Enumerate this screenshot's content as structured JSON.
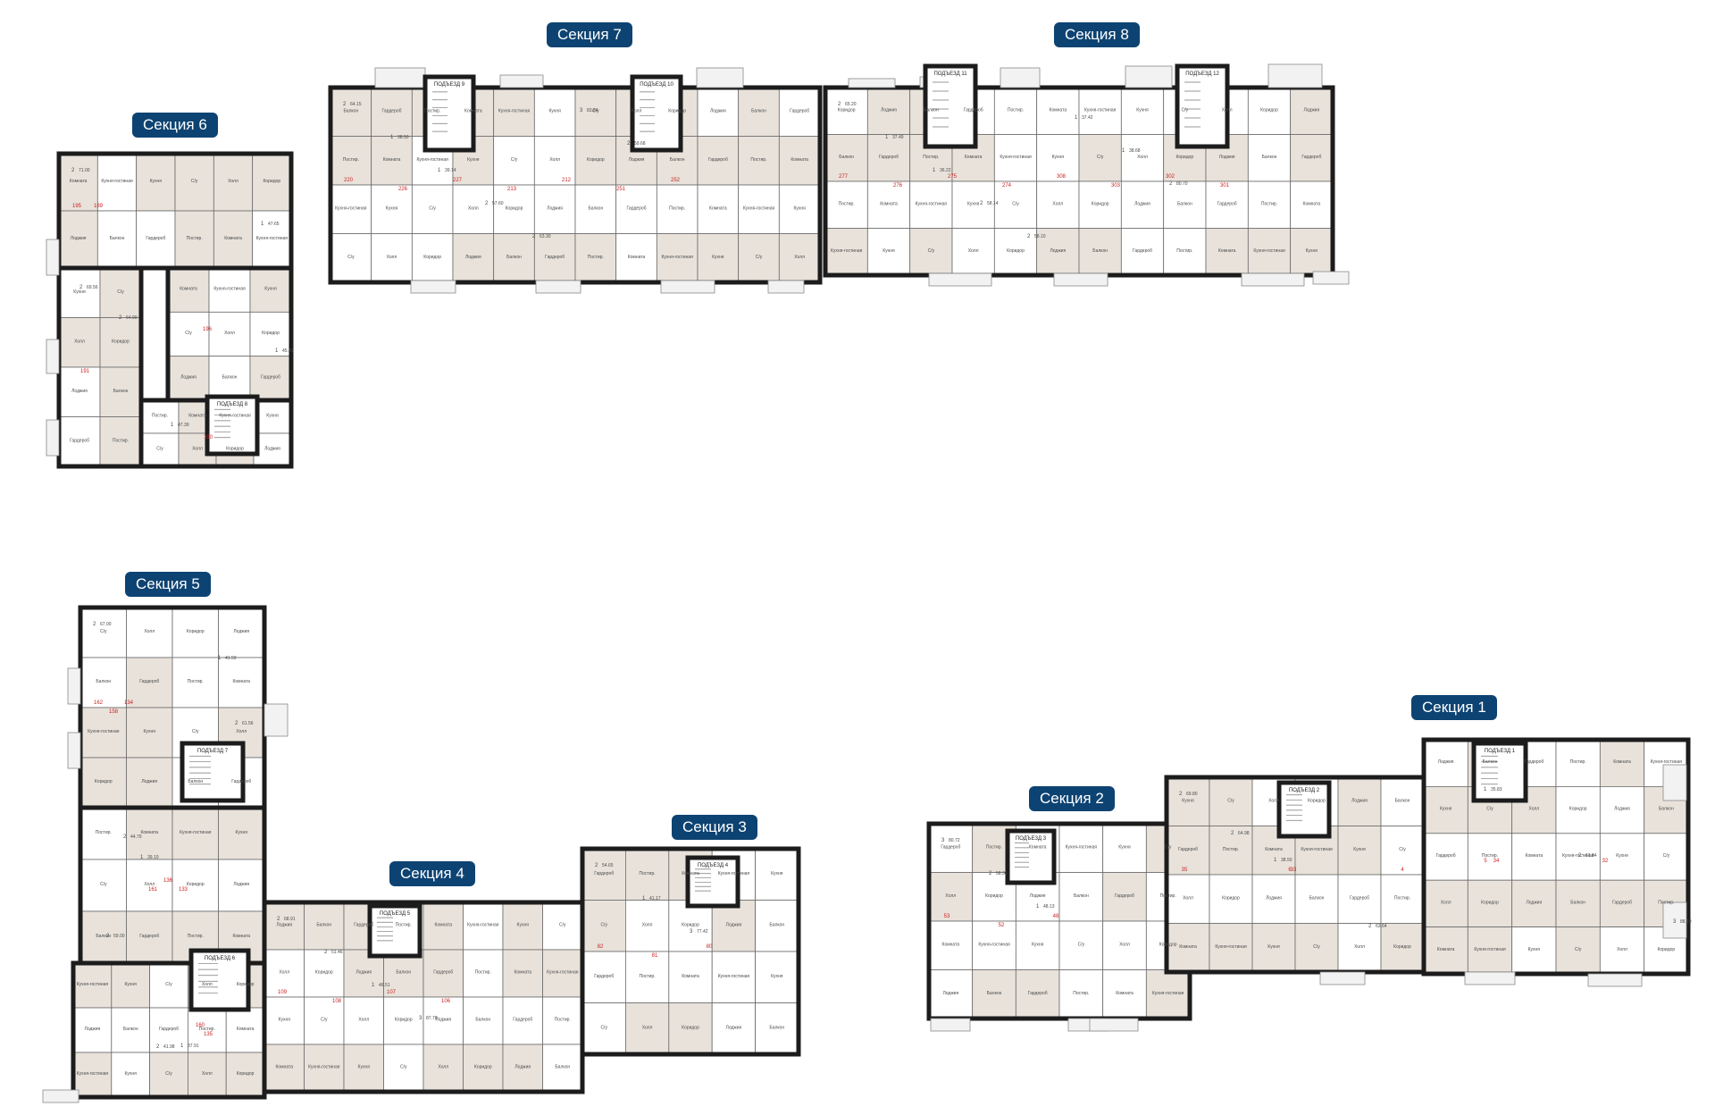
{
  "colors": {
    "label_bg": "#0d4372",
    "label_text": "#ffffff",
    "wall": "#1c1c1c",
    "room_fill": "#e8e2db",
    "floor": "#ffffff",
    "balcony": "#f2f2f2",
    "flat_number": "#cc1f1f"
  },
  "sections": [
    {
      "id": "s6",
      "label": "Секция 6"
    },
    {
      "id": "s7",
      "label": "Секция 7"
    },
    {
      "id": "s8",
      "label": "Секция 8"
    },
    {
      "id": "s5",
      "label": "Секция 5"
    },
    {
      "id": "s4",
      "label": "Секция 4"
    },
    {
      "id": "s3",
      "label": "Секция 3"
    },
    {
      "id": "s2",
      "label": "Секция 2"
    },
    {
      "id": "s1",
      "label": "Секция 1"
    }
  ],
  "entrances": [
    {
      "id": "p9",
      "label": "ПОДЪЕЗД 9"
    },
    {
      "id": "p10",
      "label": "ПОДЪЕЗД 10"
    },
    {
      "id": "p11",
      "label": "ПОДЪЕЗД 11"
    },
    {
      "id": "p12",
      "label": "ПОДЪЕЗД 12"
    },
    {
      "id": "p8",
      "label": "ПОДЪЕЗД 8"
    },
    {
      "id": "p7",
      "label": "ПОДЪЕЗД 7"
    },
    {
      "id": "p6",
      "label": "ПОДЪЕЗД 6"
    },
    {
      "id": "p5",
      "label": "ПОДЪЕЗД 5"
    },
    {
      "id": "p4",
      "label": "ПОДЪЕЗД 4"
    },
    {
      "id": "p3",
      "label": "ПОДЪЕЗД 3"
    },
    {
      "id": "p2",
      "label": "ПОДЪЕЗД 2"
    },
    {
      "id": "p1",
      "label": "ПОДЪЕЗД 1"
    }
  ],
  "room_names": [
    "Комната",
    "Кухня-гостиная",
    "Кухня",
    "С/у",
    "Холл",
    "Коридор",
    "Лоджия",
    "Балкон",
    "Гардероб",
    "Постир."
  ],
  "flat_numbers": {
    "s6": [
      "195",
      "191",
      "196",
      "190",
      "189"
    ],
    "s7": [
      "220",
      "226",
      "227",
      "213",
      "212",
      "251",
      "252"
    ],
    "s8": [
      "277",
      "276",
      "275",
      "274",
      "308",
      "303",
      "302",
      "301"
    ],
    "s5": [
      "162",
      "161",
      "160",
      "158",
      "136",
      "135",
      "134",
      "133"
    ],
    "s4": [
      "109",
      "108",
      "107",
      "106"
    ],
    "s3": [
      "82",
      "81",
      "80"
    ],
    "s2": [
      "53",
      "52",
      "48"
    ],
    "s1": [
      "35",
      "34",
      "33",
      "32",
      "4",
      "5",
      "6"
    ]
  },
  "flat_info": {
    "s6": [
      {
        "rooms": "2",
        "area": "71.00"
      },
      {
        "rooms": "2",
        "area": "64.90"
      },
      {
        "rooms": "1",
        "area": "45.41"
      },
      {
        "rooms": "1",
        "area": "47.39"
      },
      {
        "rooms": "1",
        "area": "47.65"
      },
      {
        "rooms": "2",
        "area": "69.56"
      }
    ],
    "s7": [
      {
        "rooms": "2",
        "area": "64.15"
      },
      {
        "rooms": "1",
        "area": "38.50"
      },
      {
        "rooms": "1",
        "area": "39.14"
      },
      {
        "rooms": "2",
        "area": "57.60"
      },
      {
        "rooms": "2",
        "area": "63.30"
      },
      {
        "rooms": "3",
        "area": "83.84"
      },
      {
        "rooms": "2",
        "area": "59.68"
      }
    ],
    "s8": [
      {
        "rooms": "2",
        "area": "65.20"
      },
      {
        "rooms": "1",
        "area": "37.49"
      },
      {
        "rooms": "1",
        "area": "36.22"
      },
      {
        "rooms": "2",
        "area": "58.14"
      },
      {
        "rooms": "2",
        "area": "58.10"
      },
      {
        "rooms": "1",
        "area": "37.42"
      },
      {
        "rooms": "1",
        "area": "38.68"
      },
      {
        "rooms": "2",
        "area": "80.70"
      }
    ],
    "s5": [
      {
        "rooms": "2",
        "area": "67.00"
      },
      {
        "rooms": "1",
        "area": "39.10"
      },
      {
        "rooms": "1",
        "area": "37.91"
      },
      {
        "rooms": "2",
        "area": "61.56"
      },
      {
        "rooms": "2",
        "area": "44.79"
      },
      {
        "rooms": "2",
        "area": "41.98"
      },
      {
        "rooms": "1",
        "area": "41.59"
      },
      {
        "rooms": "2",
        "area": "59.00"
      }
    ],
    "s4": [
      {
        "rooms": "2",
        "area": "68.91"
      },
      {
        "rooms": "2",
        "area": "51.46"
      },
      {
        "rooms": "1",
        "area": "46.51"
      },
      {
        "rooms": "3",
        "area": "87.78"
      }
    ],
    "s3": [
      {
        "rooms": "2",
        "area": "54.65"
      },
      {
        "rooms": "1",
        "area": "41.17"
      },
      {
        "rooms": "3",
        "area": "77.42"
      }
    ],
    "s2": [
      {
        "rooms": "3",
        "area": "80.72"
      },
      {
        "rooms": "2",
        "area": "58.36"
      },
      {
        "rooms": "1",
        "area": "48.13"
      }
    ],
    "s1": [
      {
        "rooms": "2",
        "area": "69.80"
      },
      {
        "rooms": "1",
        "area": "35.83"
      },
      {
        "rooms": "1",
        "area": "38.50"
      },
      {
        "rooms": "2",
        "area": "61.84"
      },
      {
        "rooms": "2",
        "area": "63.64"
      },
      {
        "rooms": "3",
        "area": "88.10"
      },
      {
        "rooms": "2",
        "area": "64.98"
      }
    ]
  }
}
